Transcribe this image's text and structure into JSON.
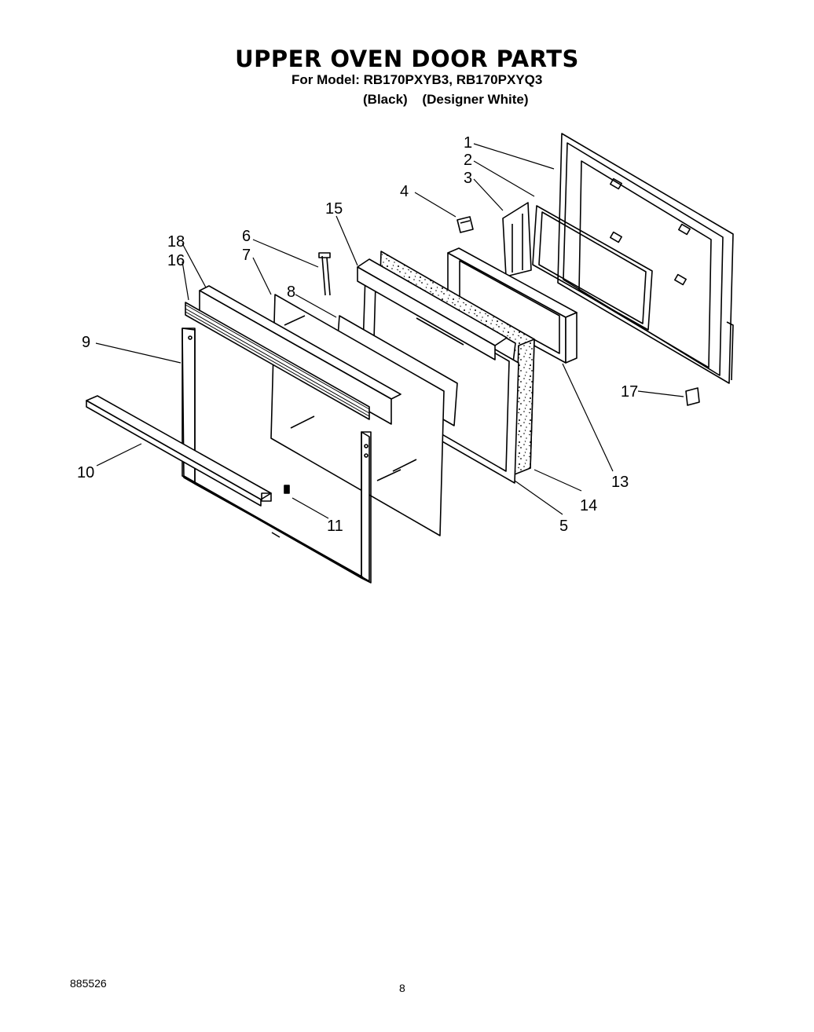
{
  "header": {
    "title": "UPPER OVEN DOOR PARTS",
    "model_line": "For Model: RB170PXYB3, RB170PXYQ3",
    "variants": [
      "(Black)",
      "(Designer White)"
    ]
  },
  "callouts": [
    "1",
    "2",
    "3",
    "4",
    "15",
    "6",
    "7",
    "18",
    "16",
    "8",
    "9",
    "17",
    "10",
    "13",
    "14",
    "11",
    "5"
  ],
  "footer": {
    "code": "885526",
    "page": "8"
  }
}
